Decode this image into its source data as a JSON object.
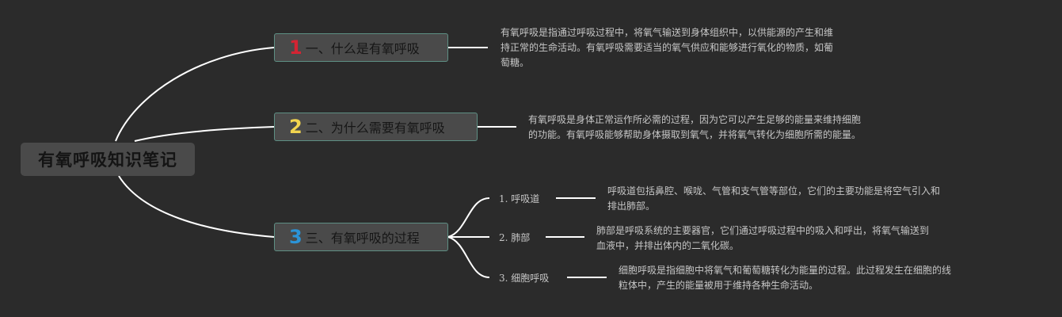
{
  "root": {
    "title": "有氧呼吸知识笔记"
  },
  "branches": [
    {
      "number": "1",
      "number_color": "#d32433",
      "title": "一、什么是有氧呼吸",
      "desc_lines": [
        "有氧呼吸是指通过呼吸过程中，将氧气输送到身体组织中，以供能源的产生和维",
        "持正常的生命活动。有氧呼吸需要适当的氧气供应和能够进行氧化的物质，如葡",
        "萄糖。"
      ]
    },
    {
      "number": "2",
      "number_color": "#f2d44f",
      "title": "二、为什么需要有氧呼吸",
      "desc_lines": [
        "有氧呼吸是身体正常运作所必需的过程，因为它可以产生足够的能量来维持细胞",
        "的功能。有氧呼吸能够帮助身体摄取到氧气，并将氧气转化为细胞所需的能量。"
      ]
    },
    {
      "number": "3",
      "number_color": "#2b94d8",
      "title": "三、有氧呼吸的过程",
      "subs": [
        {
          "label": "1. 呼吸道",
          "desc_lines": [
            "呼吸道包括鼻腔、喉咙、气管和支气管等部位，它们的主要功能是将空气引入和",
            "排出肺部。"
          ]
        },
        {
          "label": "2. 肺部",
          "desc_lines": [
            "肺部是呼吸系统的主要器官，它们通过呼吸过程中的吸入和呼出，将氧气输送到",
            "血液中，并排出体内的二氧化碳。"
          ]
        },
        {
          "label": "3. 细胞呼吸",
          "desc_lines": [
            "细胞呼吸是指细胞中将氧气和葡萄糖转化为能量的过程。此过程发生在细胞的线",
            "粒体中，产生的能量被用于维持各种生命活动。"
          ]
        }
      ]
    }
  ],
  "colors": {
    "background": "#2b2b2b",
    "connector": "#ffffff",
    "node_border": "#5e8f84"
  }
}
